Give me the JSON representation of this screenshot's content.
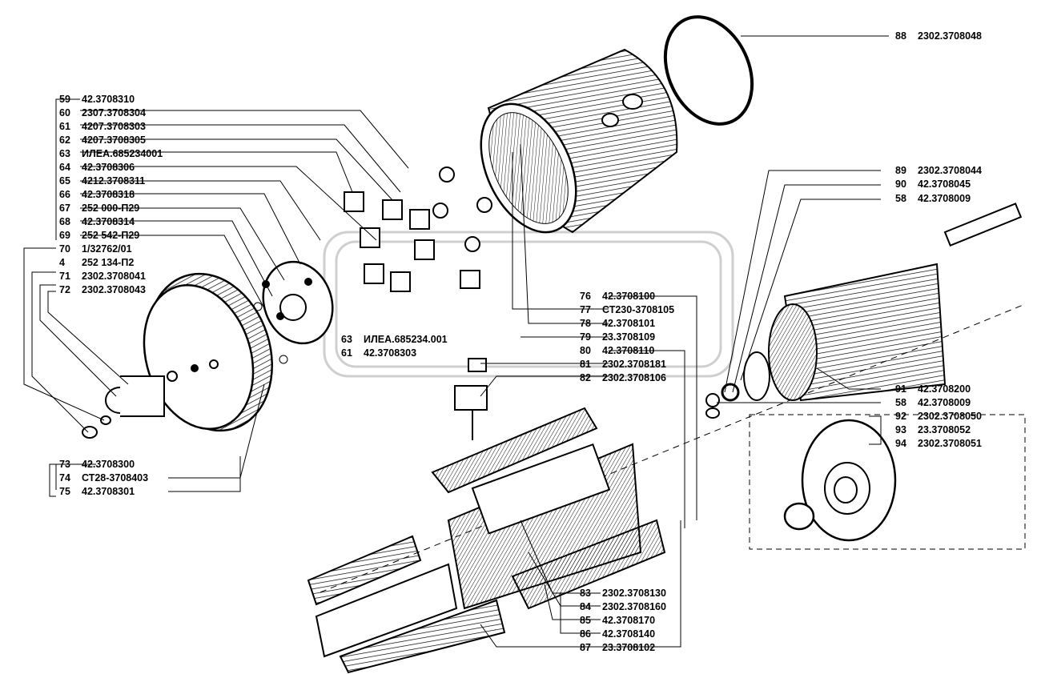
{
  "labels": [
    {
      "num": "88",
      "code": "2302.3708048"
    },
    {
      "num": "59",
      "code": "42.3708310"
    },
    {
      "num": "60",
      "code": "2307.3708304"
    },
    {
      "num": "61",
      "code": "4207.3708303"
    },
    {
      "num": "62",
      "code": "4207.3708305"
    },
    {
      "num": "63",
      "code": "ИЛЕА.685234001"
    },
    {
      "num": "64",
      "code": "42.3708306"
    },
    {
      "num": "65",
      "code": "4212.3708311"
    },
    {
      "num": "66",
      "code": "42.3708318"
    },
    {
      "num": "67",
      "code": "252 000-П29"
    },
    {
      "num": "68",
      "code": "42.3708314"
    },
    {
      "num": "69",
      "code": "252 542-П29"
    },
    {
      "num": "70",
      "code": "1/32762/01"
    },
    {
      "num": "4",
      "code": "252 134-П2"
    },
    {
      "num": "71",
      "code": "2302.3708041"
    },
    {
      "num": "72",
      "code": "2302.3708043"
    },
    {
      "num": "89",
      "code": "2302.3708044"
    },
    {
      "num": "90",
      "code": "42.3708045"
    },
    {
      "num": "58",
      "code": "42.3708009"
    },
    {
      "num": "76",
      "code": "42.3708100"
    },
    {
      "num": "77",
      "code": "СТ230-3708105"
    },
    {
      "num": "78",
      "code": "42.3708101"
    },
    {
      "num": "79",
      "code": "23.3708109"
    },
    {
      "num": "80",
      "code": "42.3708110"
    },
    {
      "num": "81",
      "code": "2302.3708181"
    },
    {
      "num": "82",
      "code": "2302.3708106"
    },
    {
      "num": "63",
      "code": "ИЛЕА.685234.001"
    },
    {
      "num": "61",
      "code": "42.3708303"
    },
    {
      "num": "91",
      "code": "42.3708200"
    },
    {
      "num": "58",
      "code": "42.3708009"
    },
    {
      "num": "92",
      "code": "2302.3708050"
    },
    {
      "num": "93",
      "code": "23.3708052"
    },
    {
      "num": "94",
      "code": "2302.3708051"
    },
    {
      "num": "73",
      "code": "42.3708300"
    },
    {
      "num": "74",
      "code": "СТ28-3708403"
    },
    {
      "num": "75",
      "code": "42.3708301"
    },
    {
      "num": "83",
      "code": "2302.3708130"
    },
    {
      "num": "84",
      "code": "2302.3708160"
    },
    {
      "num": "85",
      "code": "42.3708170"
    },
    {
      "num": "86",
      "code": "42.3708140"
    },
    {
      "num": "87",
      "code": "23.3708102"
    }
  ]
}
